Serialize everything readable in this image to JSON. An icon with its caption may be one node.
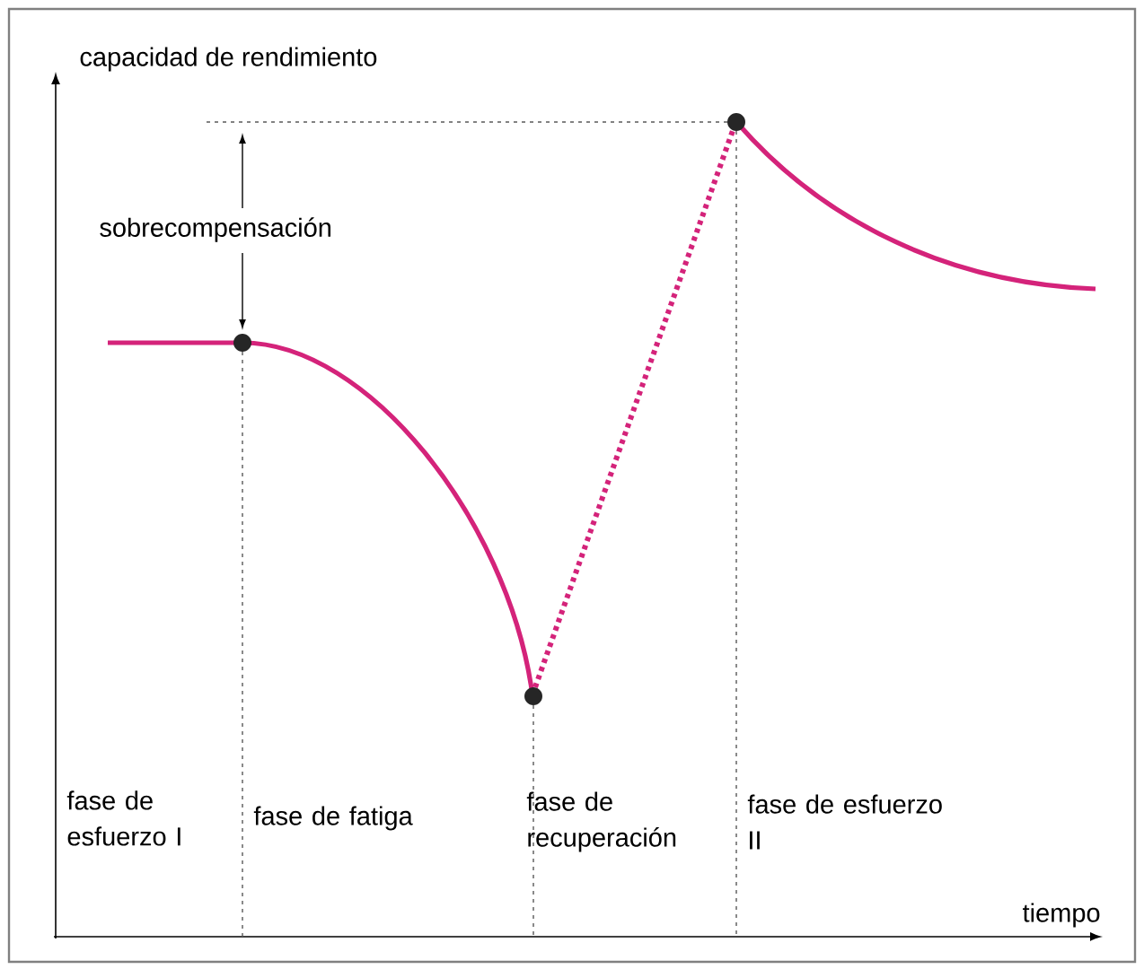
{
  "diagram": {
    "labels": [
      "capacidad de rendimiento",
      "sobrecompensación",
      "fase de esfuerzo I",
      "fase de fatiga",
      "fase de recuperación",
      "fase de esfuerzo II",
      "tiempo"
    ]
  }
}
